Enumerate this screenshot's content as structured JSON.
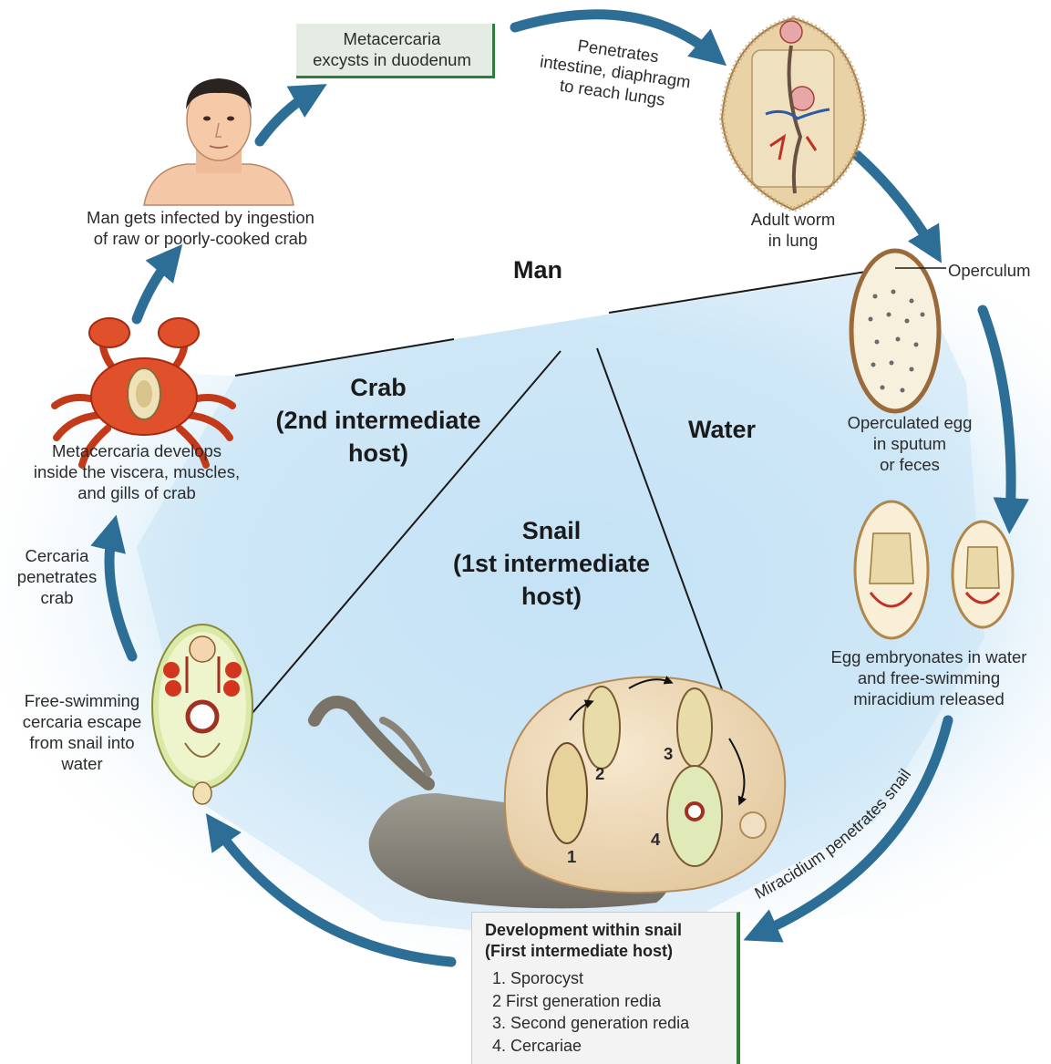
{
  "zones": {
    "man": "Man",
    "crab": "Crab\n(2nd intermediate\nhost)",
    "water": "Water",
    "snail": "Snail\n(1st intermediate\nhost)"
  },
  "labels": {
    "metacercaria_excysts": "Metacercaria\nexcysts in duodenum",
    "penetrates_intestine": "Penetrates\nintestine, diaphragm\nto reach lungs",
    "adult_worm": "Adult worm\nin lung",
    "operculum": "Operculum",
    "operculated_egg": "Operculated egg\nin sputum\nor feces",
    "egg_embryonates": "Egg embryonates in water\nand free-swimming\nmiracidium released",
    "miracidium_penetrates": "Miracidium penetrates snail",
    "man_infected": "Man gets infected by ingestion\nof raw or poorly-cooked crab",
    "metacercaria_develops": "Metacercaria develops\ninside the viscera, muscles,\nand gills of crab",
    "cercaria_penetrates": "Cercaria\npenetrates\ncrab",
    "free_swimming": "Free-swimming\ncercaria escape\nfrom snail into\nwater"
  },
  "snail_numbers": [
    "1",
    "2",
    "3",
    "4"
  ],
  "development": {
    "title": "Development within snail\n(First intermediate host)",
    "items": [
      "1. Sporocyst",
      "2  First generation redia",
      "3. Second generation redia",
      "4. Cercariae"
    ]
  },
  "colors": {
    "arrow": "#2d6e96",
    "water": "#c6e2f5",
    "box_border": "#2f7d3a",
    "crab": "#e0502a",
    "worm": "#e7cf9e"
  }
}
